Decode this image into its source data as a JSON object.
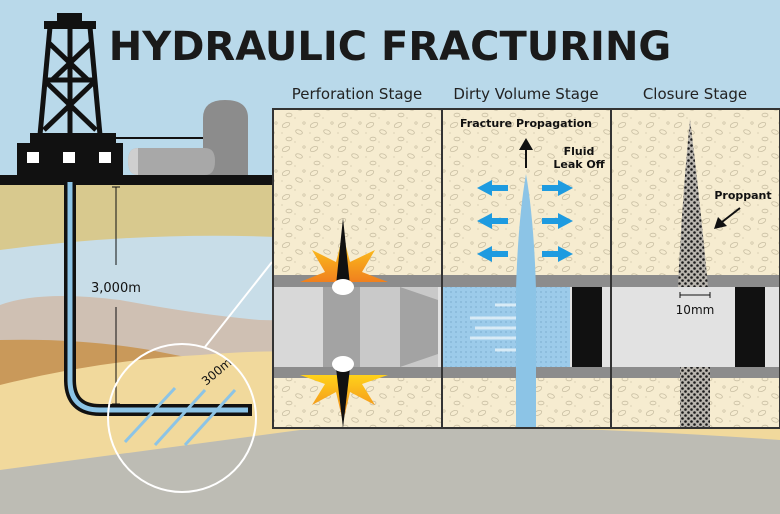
{
  "title": "HYDRAULIC FRACTURING",
  "stages": [
    {
      "label": "Perforation Stage"
    },
    {
      "label": "Dirty Volume Stage"
    },
    {
      "label": "Closure Stage"
    }
  ],
  "annotations": {
    "depth": "3,000m",
    "lateral": "300m",
    "fracture_propagation": "Fracture Propagation",
    "fluid_leak_off_1": "Fluid",
    "fluid_leak_off_2": "Leak Off",
    "proppant": "Proppant",
    "width": "10mm"
  },
  "colors": {
    "sky": "#b9d9ea",
    "rock": "#f5ebcd",
    "fluid": "#8cc4e6",
    "arrow_blue": "#1e9be0",
    "pipe_gray": "#8c8c8c"
  }
}
